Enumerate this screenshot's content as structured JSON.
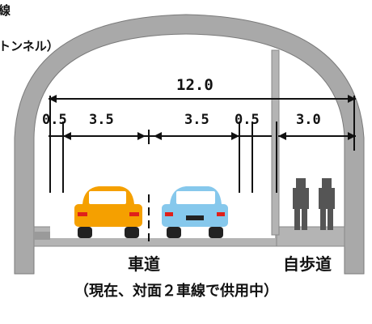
{
  "header": {
    "line_fragment": "線",
    "tunnel_fragment": "トンネル）"
  },
  "dimensions": {
    "total_width": "12.0",
    "shoulder_left": "0.5",
    "lane_left": "3.5",
    "lane_right": "3.5",
    "shoulder_right": "0.5",
    "sidewalk": "3.0"
  },
  "labels": {
    "roadway": "車道",
    "sidewalk": "自歩道",
    "caption": "（現在、対面２車線で供用中）"
  },
  "colors": {
    "tunnel_lining": "#a9a9a9",
    "car_left": "#f5a000",
    "car_right": "#86c8ec",
    "pedestrian": "#555555"
  }
}
